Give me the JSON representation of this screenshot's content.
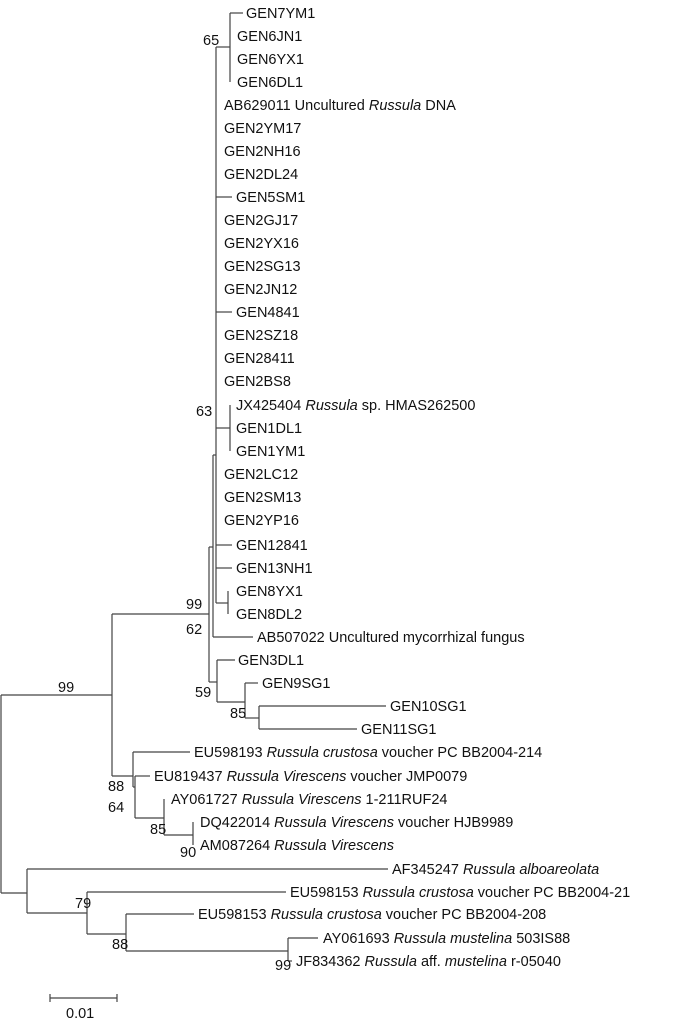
{
  "leaves": [
    {
      "pre": "GEN7YM1",
      "it": "",
      "post": ""
    },
    {
      "pre": "GEN6JN1",
      "it": "",
      "post": ""
    },
    {
      "pre": "GEN6YX1",
      "it": "",
      "post": ""
    },
    {
      "pre": "GEN6DL1",
      "it": "",
      "post": ""
    },
    {
      "pre": "AB629011 Uncultured ",
      "it": "Russula",
      "post": " DNA"
    },
    {
      "pre": "GEN2YM17",
      "it": "",
      "post": ""
    },
    {
      "pre": "GEN2NH16",
      "it": "",
      "post": ""
    },
    {
      "pre": "GEN2DL24",
      "it": "",
      "post": ""
    },
    {
      "pre": "GEN5SM1",
      "it": "",
      "post": ""
    },
    {
      "pre": "GEN2GJ17",
      "it": "",
      "post": ""
    },
    {
      "pre": "GEN2YX16",
      "it": "",
      "post": ""
    },
    {
      "pre": "GEN2SG13",
      "it": "",
      "post": ""
    },
    {
      "pre": "GEN2JN12",
      "it": "",
      "post": ""
    },
    {
      "pre": "GEN4841",
      "it": "",
      "post": ""
    },
    {
      "pre": "GEN2SZ18",
      "it": "",
      "post": ""
    },
    {
      "pre": "GEN28411",
      "it": "",
      "post": ""
    },
    {
      "pre": "GEN2BS8",
      "it": "",
      "post": ""
    },
    {
      "pre": "JX425404 ",
      "it": "Russula",
      "post": " sp. HMAS262500"
    },
    {
      "pre": "GEN1DL1",
      "it": "",
      "post": ""
    },
    {
      "pre": "GEN1YM1",
      "it": "",
      "post": ""
    },
    {
      "pre": "GEN2LC12",
      "it": "",
      "post": ""
    },
    {
      "pre": "GEN2SM13",
      "it": "",
      "post": ""
    },
    {
      "pre": "GEN2YP16",
      "it": "",
      "post": ""
    },
    {
      "pre": "GEN12841",
      "it": "",
      "post": ""
    },
    {
      "pre": "GEN13NH1",
      "it": "",
      "post": ""
    },
    {
      "pre": "GEN8YX1",
      "it": "",
      "post": ""
    },
    {
      "pre": "GEN8DL2",
      "it": "",
      "post": ""
    },
    {
      "pre": "AB507022 Uncultured mycorrhizal fungus",
      "it": "",
      "post": ""
    },
    {
      "pre": "GEN3DL1",
      "it": "",
      "post": ""
    },
    {
      "pre": "GEN9SG1",
      "it": "",
      "post": ""
    },
    {
      "pre": "GEN10SG1",
      "it": "",
      "post": ""
    },
    {
      "pre": "GEN11SG1",
      "it": "",
      "post": ""
    },
    {
      "pre": "EU598193 ",
      "it": "Russula crustosa",
      "post": " voucher PC BB2004-214"
    },
    {
      "pre": "EU819437 ",
      "it": "Russula Virescens",
      "post": " voucher JMP0079"
    },
    {
      "pre": "AY061727 ",
      "it": "Russula Virescens",
      "post": " 1-211RUF24"
    },
    {
      "pre": "DQ422014 ",
      "it": "Russula Virescens",
      "post": " voucher HJB9989"
    },
    {
      "pre": "AM087264 ",
      "it": "Russula Virescens",
      "post": ""
    },
    {
      "pre": "AF345247 ",
      "it": "Russula alboareolata",
      "post": ""
    },
    {
      "pre": "EU598153 ",
      "it": "Russula crustosa",
      "post": " voucher PC BB2004-21"
    },
    {
      "pre": "EU598153 ",
      "it": "Russula crustosa",
      "post": " voucher PC BB2004-208"
    },
    {
      "pre": "AY061693 ",
      "it": "Russula mustelina",
      "post": " 503IS88"
    },
    {
      "pre": "JF834362 ",
      "it": "Russula",
      "post": " aff. ",
      "it2": "mustelina",
      "post2": " r-05040"
    }
  ],
  "bootstrap": [
    "65",
    "63",
    "99",
    "62",
    "99",
    "59",
    "85",
    "88",
    "64",
    "85",
    "90",
    "79",
    "88",
    "99"
  ],
  "scale_bar": {
    "label": "0.01",
    "value": 0.01
  }
}
